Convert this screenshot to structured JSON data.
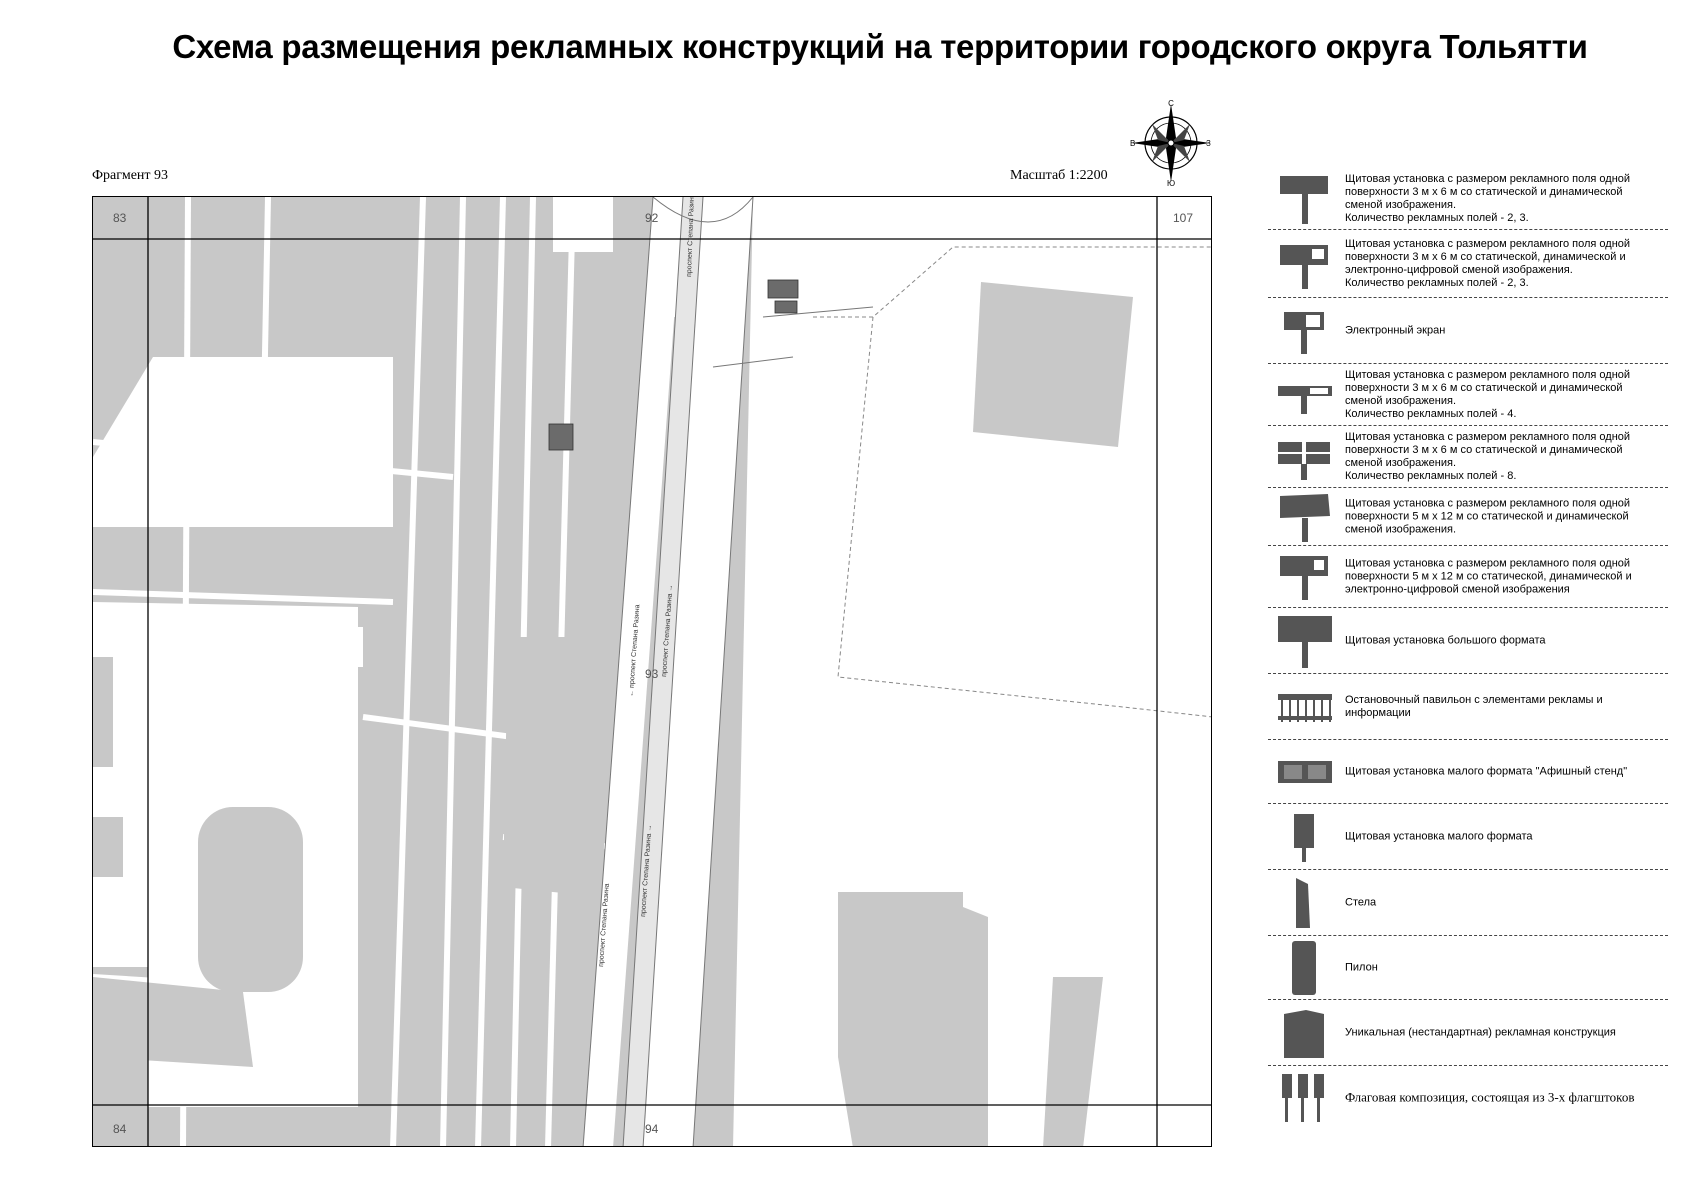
{
  "title": "Схема размещения рекламных конструкций на территории городского округа Тольятти",
  "fragment_label": "Фрагмент 93",
  "scale_label": "Масштаб 1:2200",
  "compass": {
    "n": "С",
    "s": "Ю",
    "w": "В",
    "e": "З"
  },
  "map": {
    "cells": [
      "83",
      "92",
      "107",
      "93",
      "84",
      "94"
    ],
    "street_labels": [
      "проспект Степана Разина",
      "← проспект Степана Разина",
      "проспект Степана Разина →"
    ]
  },
  "legend": [
    {
      "icon": "billboard-3x6-icon",
      "text": "Щитовая установка с размером рекламного поля одной поверхности 3 м х 6 м со статической и динамической сменой изображения.\nКоличество рекламных полей - 2, 3."
    },
    {
      "icon": "billboard-3x6-digital-icon",
      "text": "Щитовая установка с размером рекламного поля одной поверхности 3 м х 6 м со статической, динамической и электронно-цифровой сменой изображения.\nКоличество рекламных полей - 2, 3."
    },
    {
      "icon": "electronic-screen-icon",
      "text": "Электронный экран"
    },
    {
      "icon": "billboard-4-fields-icon",
      "text": "Щитовая установка с размером рекламного поля одной поверхности 3 м х 6 м со статической и динамической сменой изображения.\nКоличество рекламных полей - 4."
    },
    {
      "icon": "billboard-8-fields-icon",
      "text": "Щитовая установка с размером рекламного поля одной поверхности 3 м х 6 м со статической и динамической сменой изображения.\nКоличество рекламных полей - 8."
    },
    {
      "icon": "billboard-5x12-icon",
      "text": "Щитовая установка с размером рекламного поля одной поверхности 5 м х 12 м со статической и динамической сменой изображения."
    },
    {
      "icon": "billboard-5x12-digital-icon",
      "text": "Щитовая установка с размером рекламного поля одной поверхности 5 м х 12 м со статической, динамической и электронно-цифровой сменой изображения"
    },
    {
      "icon": "large-format-billboard-icon",
      "text": "Щитовая установка большого формата"
    },
    {
      "icon": "bus-stop-pavilion-icon",
      "text": "Остановочный павильон с элементами рекламы и информации"
    },
    {
      "icon": "poster-stand-icon",
      "text": "Щитовая установка малого формата \"Афишный стенд\""
    },
    {
      "icon": "small-format-billboard-icon",
      "text": "Щитовая установка малого формата"
    },
    {
      "icon": "stele-icon",
      "text": "Стела"
    },
    {
      "icon": "pylon-icon",
      "text": "Пилон"
    },
    {
      "icon": "unique-structure-icon",
      "text": "Уникальная (нестандартная) рекламная конструкция"
    },
    {
      "icon": "flag-composition-icon",
      "text": "Флаговая композиция, состоящая из 3-х флагштоков"
    }
  ]
}
